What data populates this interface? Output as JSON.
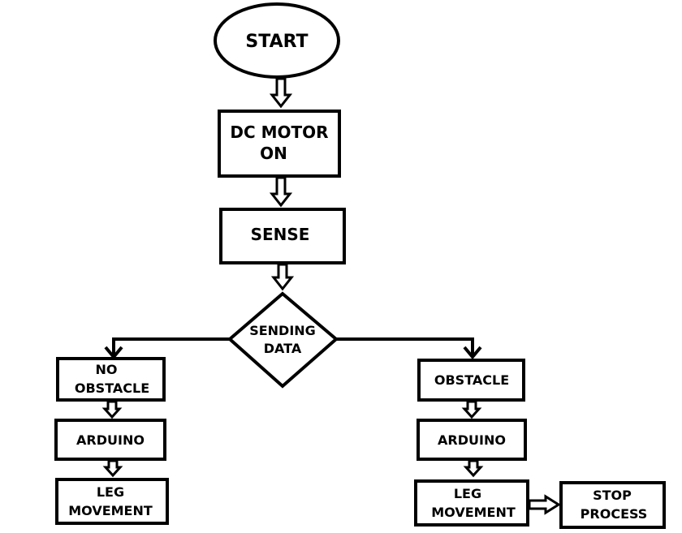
{
  "nodes": {
    "start": "START",
    "dc_motor": [
      "DC MOTOR",
      "ON"
    ],
    "sense": "SENSE",
    "decision": [
      "SENDING",
      "DATA"
    ],
    "no_obstacle": [
      "NO",
      "OBSTACLE"
    ],
    "arduino_left": "ARDUINO",
    "leg_left": [
      "LEG",
      "MOVEMENT"
    ],
    "obstacle": "OBSTACLE",
    "arduino_right": "ARDUINO",
    "leg_right": [
      "LEG",
      "MOVEMENT"
    ],
    "stop": [
      "STOP",
      "PROCESS"
    ]
  }
}
